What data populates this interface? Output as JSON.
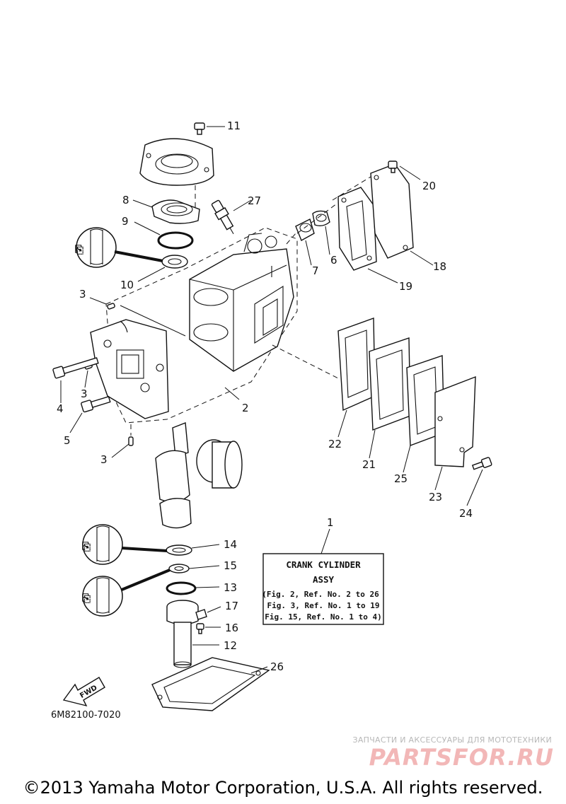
{
  "callouts": [
    {
      "id": "c1",
      "text": "1"
    },
    {
      "id": "c2",
      "text": "2"
    },
    {
      "id": "c3a",
      "text": "3"
    },
    {
      "id": "c3b",
      "text": "3"
    },
    {
      "id": "c3c",
      "text": "3"
    },
    {
      "id": "c4",
      "text": "4"
    },
    {
      "id": "c5",
      "text": "5"
    },
    {
      "id": "c6",
      "text": "6"
    },
    {
      "id": "c7",
      "text": "7"
    },
    {
      "id": "c8",
      "text": "8"
    },
    {
      "id": "c9",
      "text": "9"
    },
    {
      "id": "c10",
      "text": "10"
    },
    {
      "id": "c11",
      "text": "11"
    },
    {
      "id": "c12",
      "text": "12"
    },
    {
      "id": "c13",
      "text": "13"
    },
    {
      "id": "c14",
      "text": "14"
    },
    {
      "id": "c15",
      "text": "15"
    },
    {
      "id": "c16",
      "text": "16"
    },
    {
      "id": "c17",
      "text": "17"
    },
    {
      "id": "c18",
      "text": "18"
    },
    {
      "id": "c19",
      "text": "19"
    },
    {
      "id": "c20",
      "text": "20"
    },
    {
      "id": "c21",
      "text": "21"
    },
    {
      "id": "c22",
      "text": "22"
    },
    {
      "id": "c23",
      "text": "23"
    },
    {
      "id": "c24",
      "text": "24"
    },
    {
      "id": "c25",
      "text": "25"
    },
    {
      "id": "c26",
      "text": "26"
    },
    {
      "id": "c27",
      "text": "27"
    }
  ],
  "assy_box": {
    "title_line1": "CRANK CYLINDER",
    "title_line2": "ASSY",
    "ref_line1": "(Fig. 2, Ref. No. 2 to 26",
    "ref_line2": "Fig. 3, Ref. No. 1 to 19",
    "ref_line3": "Fig. 15, Ref. No. 1 to 4)"
  },
  "fwd_label": "FWD",
  "diagram_code": "6M82100-7020",
  "watermark": {
    "tagline": "ЗАПЧАСТИ И АКСЕССУАРЫ ДЛЯ МОТОТЕХНИКИ",
    "logo": "PARTSFOR.RU"
  },
  "copyright": "©2013 Yamaha Motor Corporation, U.S.A. All rights reserved.",
  "icons": [
    "grease-icon",
    "fwd-arrow-icon"
  ]
}
